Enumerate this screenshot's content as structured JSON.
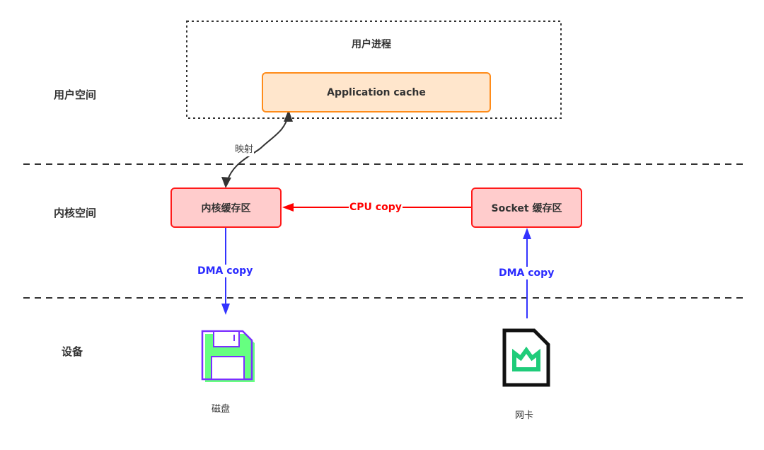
{
  "zones": {
    "user_space": "用户空间",
    "kernel_space": "内核空间",
    "device": "设备"
  },
  "user_process": {
    "title": "用户进程",
    "app_cache": "Application cache"
  },
  "kernel": {
    "kernel_buffer": "内核缓存区",
    "socket_buffer": "Socket 缓存区"
  },
  "edges": {
    "mapping": "映射",
    "cpu_copy": "CPU copy",
    "dma_copy_disk": "DMA copy",
    "dma_copy_nic": "DMA copy"
  },
  "devices": {
    "disk": "磁盘",
    "nic": "网卡"
  },
  "colors": {
    "app_fill": "#ffe6cc",
    "app_stroke": "#ff8c1a",
    "kernel_fill": "#ffcccc",
    "kernel_stroke": "#ff1a1a",
    "cpu_copy": "#ff0000",
    "dma_copy": "#3333ff",
    "divider": "#333333",
    "disk_fill": "#66ff80",
    "disk_stroke": "#7b2fff",
    "nic_accent": "#1fcc7a"
  }
}
